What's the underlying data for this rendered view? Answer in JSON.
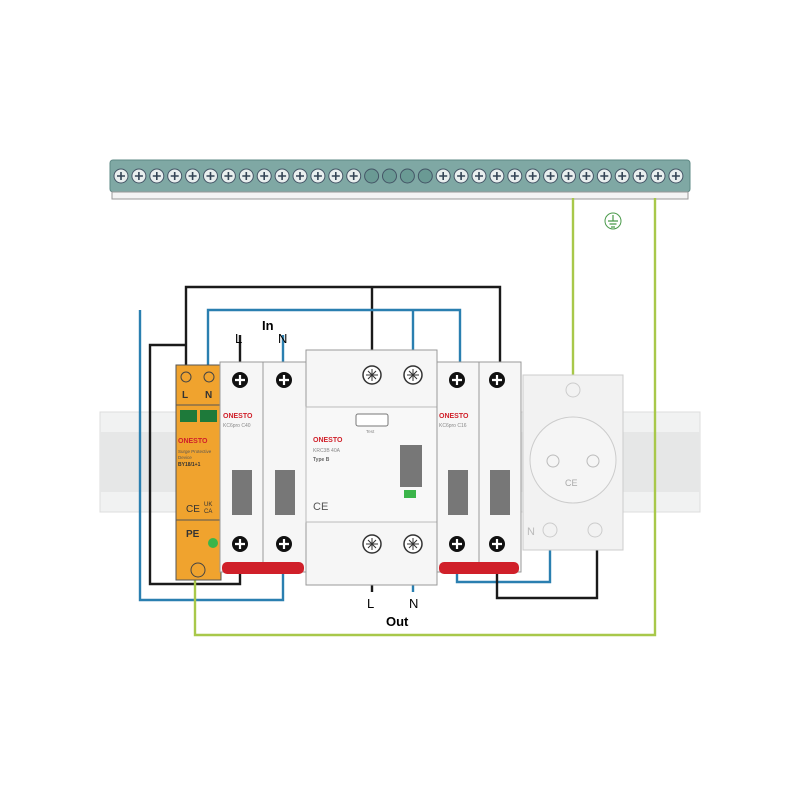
{
  "labels": {
    "in": "In",
    "in_l": "L",
    "in_n": "N",
    "out": "Out",
    "out_l": "L",
    "out_n": "N"
  },
  "spd": {
    "brand": "ONESTO",
    "top_l": "L",
    "top_n": "N",
    "title_line1": "Surge Protective",
    "title_line2": "Device",
    "model": "BY18/1+1",
    "pe": "PE",
    "ce": "CE",
    "ukca_1": "UK",
    "ukca_2": "CA"
  },
  "mcb_main": {
    "brand": "ONESTO",
    "model": "KC6pro C40"
  },
  "rcd": {
    "brand": "ONESTO",
    "model": "KRC3B  40A",
    "type": "Type B",
    "test": "Test",
    "ce": "CE"
  },
  "mcb_socket": {
    "brand": "ONESTO",
    "model": "KC6pro C16"
  },
  "socket": {
    "ce": "CE",
    "n": "N"
  },
  "colors": {
    "live": "#1a1a1a",
    "neutral": "#2a7fb0",
    "earth": "#a8c84a",
    "spd": "#f0a32e",
    "brand": "#d0202a",
    "busbar": "#7fa8a4"
  }
}
